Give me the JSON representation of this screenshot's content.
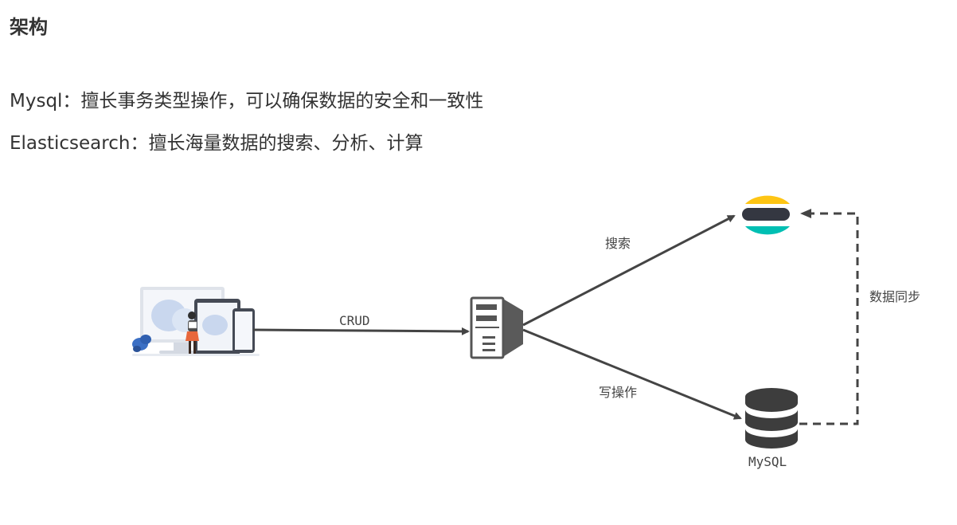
{
  "heading": "架构",
  "lines": [
    "Mysql：擅长事务类型操作，可以确保数据的安全和一致性",
    "Elasticsearch：擅长海量数据的搜索、分析、计算"
  ],
  "diagram": {
    "nodes": {
      "client": {
        "icon": "devices-illustration-icon"
      },
      "server": {
        "icon": "server-icon"
      },
      "elasticsearch": {
        "icon": "elasticsearch-logo-icon"
      },
      "mysql": {
        "icon": "database-icon",
        "label": "MySQL"
      }
    },
    "edges": {
      "crud": "CRUD",
      "search": "搜索",
      "write": "写操作",
      "sync": "数据同步"
    }
  },
  "colors": {
    "text": "#333333",
    "line": "#444444",
    "es_yellow": "#FEC514",
    "es_dark": "#343741",
    "es_teal": "#00BFB3",
    "db": "#3d3d3d"
  }
}
